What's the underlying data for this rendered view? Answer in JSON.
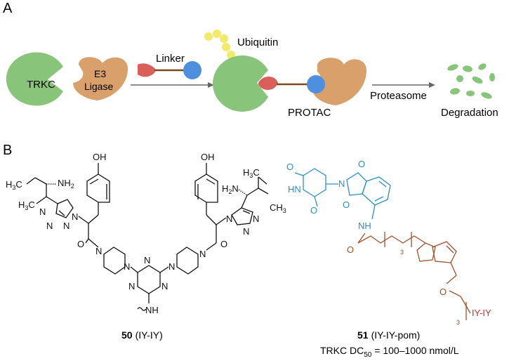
{
  "panelA": {
    "label": "A",
    "trkc": "TRKC",
    "e3_line1": "E3",
    "e3_line2": "Ligase",
    "linker": "Linker",
    "ubiquitin": "Ubiquitin",
    "protac": "PROTAC",
    "proteasome": "Proteasome",
    "degradation": "Degradation"
  },
  "panelB": {
    "label": "B",
    "compound50_num": "50",
    "compound50_name": "(IY-IY)",
    "compound51_num": "51",
    "compound51_name": "(IY-IY-pom)",
    "dc50_prefix": "TRKC DC",
    "dc50_sub": "50",
    "dc50_value": " = 100–1000 nmol/L",
    "tag": "IY-IY",
    "subscript3": "3",
    "atoms": {
      "oh": "OH",
      "nh2": "NH",
      "h3c": "H",
      "ch3": "CH",
      "n": "N",
      "o": "O",
      "nh": "NH",
      "hn": "HN"
    }
  },
  "colors": {
    "trkc_green": "#88c47a",
    "e3_orange": "#d9a06b",
    "warhead_red": "#d9605a",
    "anchor_blue": "#4e8fe0",
    "ubiquitin_yellow": "#f2ea6a",
    "pomalidomide_blue": "#2e8fc6",
    "linker_brown": "#a0522d",
    "tag_red": "#d02b2b"
  }
}
